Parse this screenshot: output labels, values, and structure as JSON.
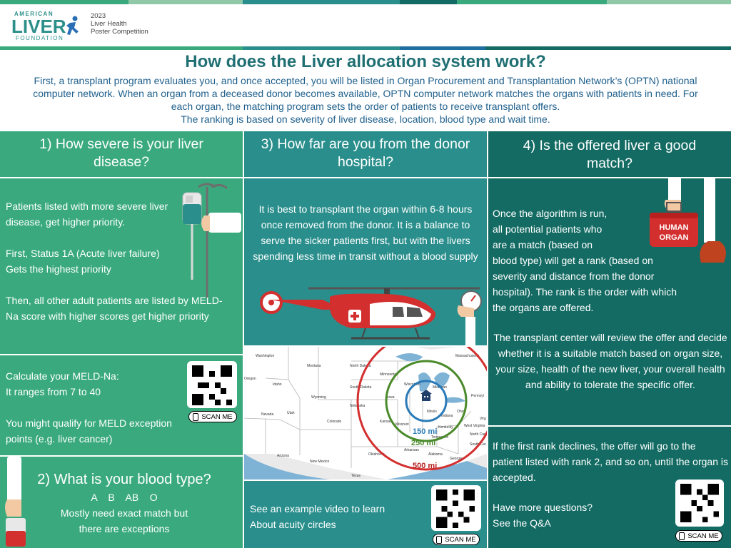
{
  "header": {
    "logo_top": "AMERICAN",
    "logo_main": "LIVER",
    "logo_bottom": "FOUNDATION",
    "competition_year": "2023",
    "competition_line1": "Liver Health",
    "competition_line2": "Poster Competition"
  },
  "title": "How does the Liver allocation system work?",
  "intro": [
    "First, a transplant program evaluates you, and once accepted, you will be listed in Organ Procurement and Transplantation Network’s (OPTN) national",
    "computer network. When an organ from a deceased donor becomes available, OPTN computer network matches the organs with patients in need. For",
    "each organ, the matching program sets the order of patients to receive transplant offers.",
    "The ranking is based on severity of liver disease, location, blood type and wait time."
  ],
  "col1": {
    "heading": "1) How severe is your liver disease?",
    "p1": "Patients listed with more severe liver disease, get higher priority.",
    "p2a": "First, Status 1A (Acute liver failure)",
    "p2b": "Gets the highest priority",
    "p3": "Then, all other adult patients are listed by MELD-Na score with higher scores get higher priority",
    "calc1": "Calculate your MELD-Na:",
    "calc2": "It ranges from 7 to 40",
    "calc3": "You might qualify for MELD exception points (e.g. liver cancer)",
    "blood_heading": "2) What is your blood type?",
    "blood_types": "A    B    AB    O",
    "blood_note1": "Mostly need exact match but",
    "blood_note2": "there are exceptions"
  },
  "col2": {
    "heading": "3) How far are you from the donor hospital?",
    "body": "It is best to transplant the organ within 6-8 hours once removed from the donor. It is a balance to serve the sicker patients first, but with the livers spending less time in transit without a blood supply",
    "map_states": [
      "Washington",
      "Oregon",
      "Idaho",
      "Montana",
      "Wyoming",
      "North Dakota",
      "South Dakota",
      "Nebraska",
      "Minnesota",
      "Wisconsin",
      "Michigan",
      "Illinois",
      "Indiana",
      "Ohio",
      "Iowa",
      "Kansas",
      "Missouri",
      "Colorado",
      "Utah",
      "Nevada",
      "Arizona",
      "New Mexico",
      "Oklahoma",
      "Arkansas",
      "Tennessee",
      "Kentucky",
      "West Virginia",
      "Pennsyl",
      "Massachusetts",
      "North Car",
      "South Car",
      "Georgia",
      "Alabama",
      "Texas",
      "Virg"
    ],
    "radius_150": "150 mi",
    "radius_250": "250 mi",
    "radius_500": "500 mi",
    "video1": "See an example video to learn",
    "video2": "About acuity circles"
  },
  "col3": {
    "heading": "4) Is the offered liver a good match?",
    "p1_lines": [
      "Once the algorithm is run,",
      "all potential patients who",
      "are a match (based on",
      "blood type) will get a rank (based on",
      "severity and distance from the donor",
      "hospital). The rank is the order with which",
      "the organs are offered."
    ],
    "box_label1": "HUMAN",
    "box_label2": "ORGAN",
    "p2": "The transplant center will review the offer and decide whether it is a suitable match based on organ size, your size, health of the new liver, your overall health and ability to tolerate the specific offer.",
    "p3": "If the first rank declines, the offer will go to the patient listed with rank 2, and so on, until the organ is accepted.",
    "q1": "Have more questions?",
    "q2": "See the Q&A"
  },
  "scan_label": "SCAN ME",
  "colors": {
    "green": "#3aaa7e",
    "teal": "#2a8f8c",
    "dark_teal": "#136b63",
    "title": "#1f6f73",
    "intro": "#1e5f8c",
    "circle_150": "#2a7ab8",
    "circle_250": "#4a8a2a",
    "circle_500": "#d32f2f"
  }
}
